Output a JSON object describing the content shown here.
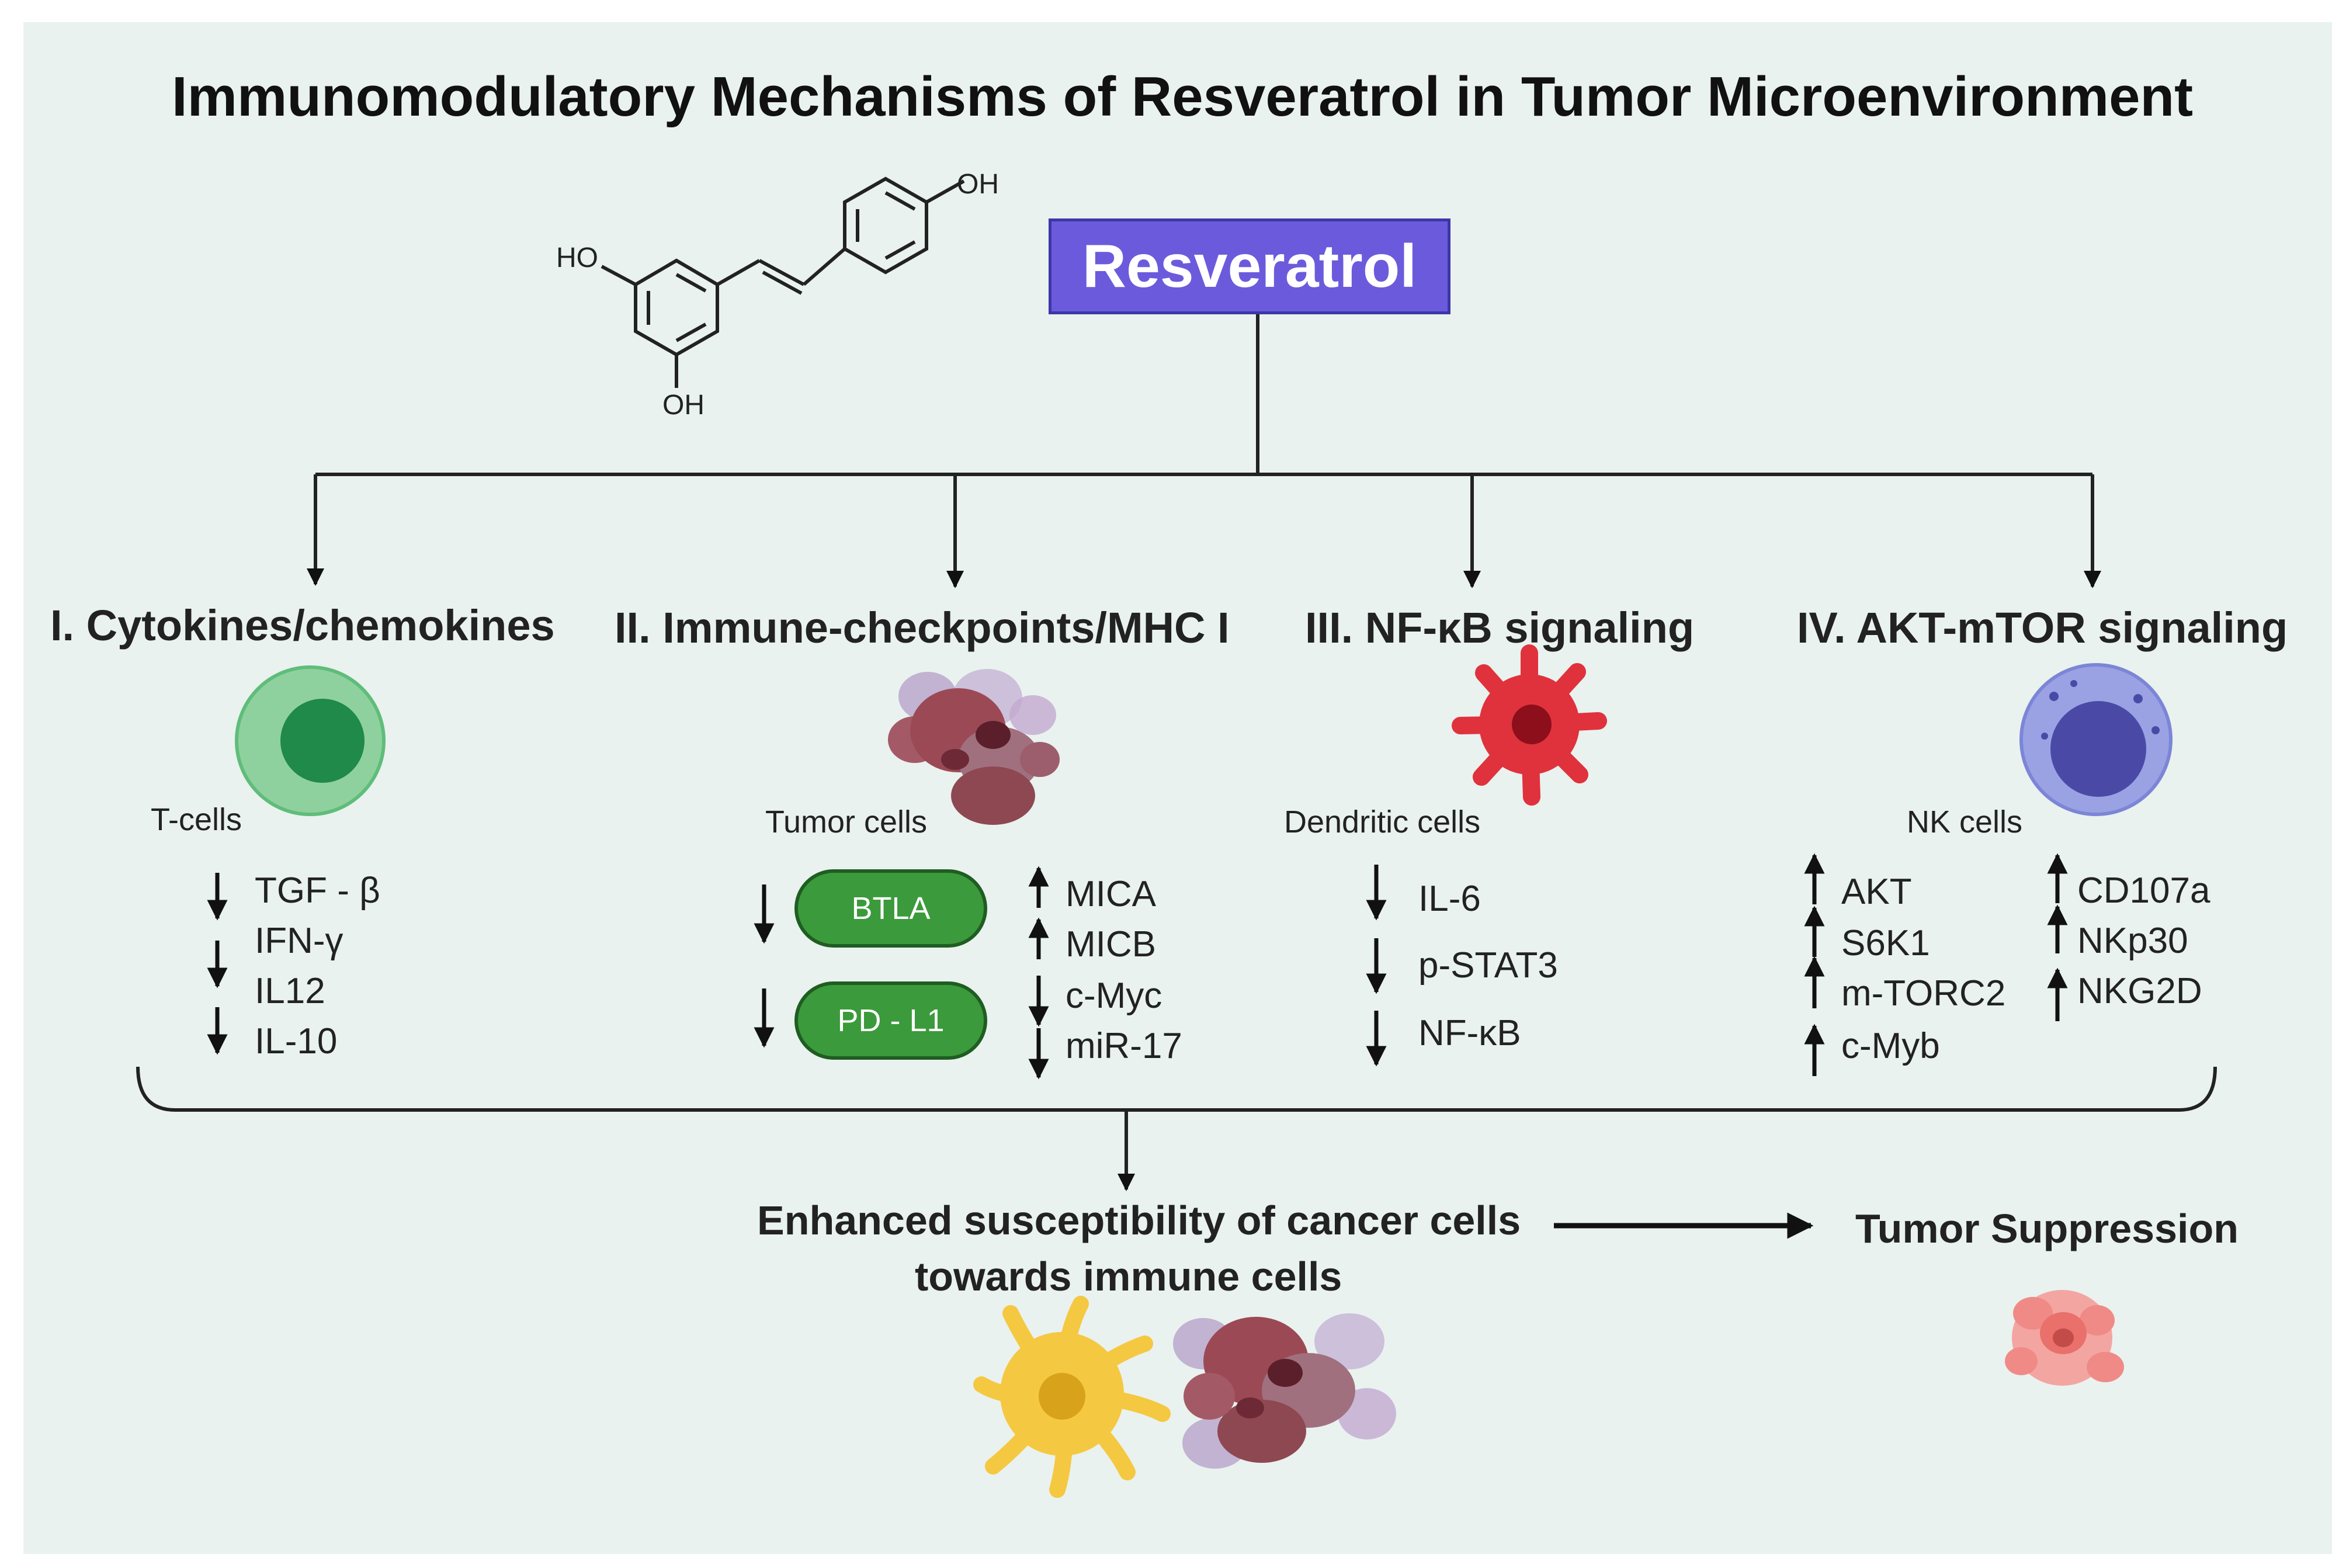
{
  "title": "Immunomodulatory Mechanisms of Resveratrol in Tumor Microenvironment",
  "compound": {
    "name": "Resveratrol",
    "groups": [
      "OH",
      "HO",
      "OH"
    ]
  },
  "branches": [
    {
      "heading": "I.  Cytokines/chemokines",
      "cell_label": "T-cells",
      "items": [
        {
          "dir": "down",
          "label": "TGF - β"
        },
        {
          "dir": "down",
          "label": "IFN-γ"
        },
        {
          "dir": "down",
          "label": "IL12"
        },
        {
          "dir": "down",
          "label": "IL-10"
        }
      ]
    },
    {
      "heading": "II.  Immune-checkpoints/MHC I",
      "cell_label": "Tumor cells",
      "pills": [
        {
          "dir": "down",
          "label": "BTLA"
        },
        {
          "dir": "down",
          "label": "PD - L1"
        }
      ],
      "items": [
        {
          "dir": "up",
          "label": "MICA"
        },
        {
          "dir": "up",
          "label": "MICB"
        },
        {
          "dir": "down",
          "label": "c-Myc"
        },
        {
          "dir": "down",
          "label": "miR-17"
        }
      ]
    },
    {
      "heading": "III.  NF-κB signaling",
      "cell_label": "Dendritic cells",
      "items": [
        {
          "dir": "down",
          "label": "IL-6"
        },
        {
          "dir": "down",
          "label": "p-STAT3"
        },
        {
          "dir": "down",
          "label": "NF-κB"
        }
      ]
    },
    {
      "heading": "IV.  AKT-mTOR signaling",
      "cell_label": "NK cells",
      "items_left": [
        {
          "dir": "up",
          "label": "AKT"
        },
        {
          "dir": "up",
          "label": "S6K1"
        },
        {
          "dir": "up",
          "label": "m-TORC2"
        },
        {
          "dir": "up",
          "label": "c-Myb"
        }
      ],
      "items_right": [
        {
          "dir": "up",
          "label": "CD107a"
        },
        {
          "dir": "up",
          "label": "NKp30"
        },
        {
          "dir": "up",
          "label": "NKG2D"
        }
      ]
    }
  ],
  "outcome": {
    "line1": "Enhanced susceptibility of cancer cells",
    "line2": "towards immune cells",
    "result": "Tumor Suppression"
  },
  "colors": {
    "background": "#e9f2ef",
    "resveratrol_box": "#6b5bdc",
    "tcell": "#5fbd7a",
    "pill": "#3b9a3b",
    "dendritic": "#e0323c",
    "nk_cell": "#7c86d6",
    "tumor": "#9b4a55",
    "yellow_dc": "#f5c842",
    "suppressed_tumor": "#f08a86"
  }
}
